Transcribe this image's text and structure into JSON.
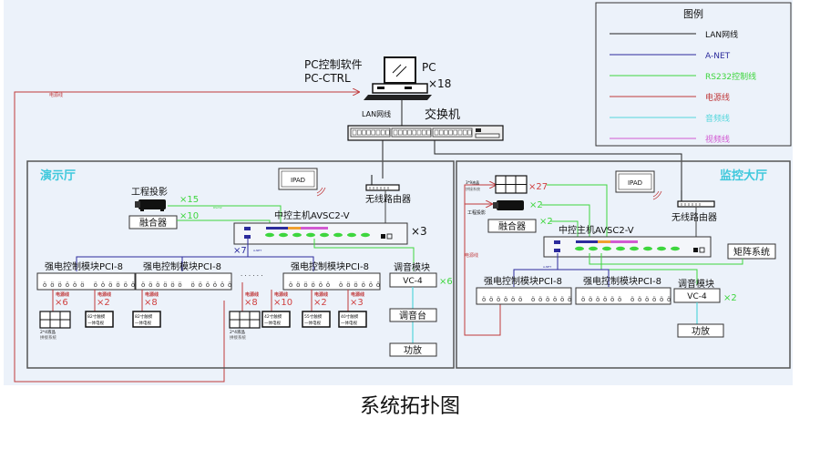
{
  "caption": "系统拓扑图",
  "colors": {
    "background": "#ecf2fa",
    "lan": "#222222",
    "anet": "#2b2b9c",
    "rs232": "#3ed63e",
    "power": "#c0393b",
    "audio": "#55d6dc",
    "video": "#d25ad2",
    "hall_title": "#3fc8dc",
    "count_green": "#3ed63e",
    "count_red": "#d04040"
  },
  "legend": {
    "title": "图例",
    "items": [
      {
        "label": "LAN网线",
        "color": "#222222",
        "text_color": "#111111"
      },
      {
        "label": "A-NET",
        "color": "#2b2b9c",
        "text_color": "#2b2b9c"
      },
      {
        "label": "RS232控制线",
        "color": "#3ed63e",
        "text_color": "#3ed63e"
      },
      {
        "label": "电源线",
        "color": "#c0393b",
        "text_color": "#c0393b"
      },
      {
        "label": "音频线",
        "color": "#55d6dc",
        "text_color": "#55d6dc"
      },
      {
        "label": "视频线",
        "color": "#d25ad2",
        "text_color": "#d25ad2"
      }
    ]
  },
  "top": {
    "pc_software": "PC控制软件",
    "pc_ctrl": "PC-CTRL",
    "pc_label": "PC",
    "pc_count": "×18",
    "lan_label": "LAN网线",
    "switch_label": "交换机",
    "power_label": "电源线"
  },
  "hall_left": {
    "title": "演示厅",
    "ipad": "IPAD",
    "router": "无线路由器",
    "projector": "工程投影",
    "projector_count": "×15",
    "fusion": "融合器",
    "fusion_count": "×10",
    "host": "中控主机AVSC2-V",
    "host_count": "×3",
    "anet_count": "×7",
    "anet_tag": "A-NET",
    "rs232_tag": "RS232",
    "modules": [
      {
        "label": "强电控制模块PCI-8"
      },
      {
        "label": "强电控制模块PCI-8"
      },
      {
        "label": "强电控制模块PCI-8"
      }
    ],
    "dots": "· · · · · ·",
    "loads": [
      {
        "power": "电源线",
        "count": "×6",
        "device": "2*4液晶",
        "device2": "拼接系统",
        "type": "wall"
      },
      {
        "power": "电源线",
        "count": "×2",
        "device": "82寸触摸",
        "device2": "一体电视",
        "type": "tv"
      },
      {
        "power": "电源线",
        "count": "×8",
        "device": "82寸触摸",
        "device2": "一体电视",
        "type": "tv"
      },
      {
        "power": "电源线",
        "count": "×8",
        "device": "2*4液晶",
        "device2": "拼接系统",
        "type": "wall"
      },
      {
        "power": "电源线",
        "count": "×10",
        "device": "42寸触摸",
        "device2": "一体电视",
        "type": "tv"
      },
      {
        "power": "电源线",
        "count": "×2",
        "device": "55寸触摸",
        "device2": "一体电视",
        "type": "tv"
      },
      {
        "power": "电源线",
        "count": "×3",
        "device": "40寸触摸",
        "device2": "一体电视",
        "type": "tv"
      }
    ],
    "audio_module": "调音模块",
    "vc4": "VC-4",
    "vc4_count": "×6",
    "mixer": "调音台",
    "amp": "功放"
  },
  "hall_right": {
    "title": "监控大厅",
    "ipad": "IPAD",
    "router": "无线路由器",
    "wall": "3*9液晶",
    "wall2": "拼接系统",
    "wall_count": "×27",
    "projector": "工程投影",
    "projector_count": "×2",
    "fusion": "融合器",
    "fusion_count": "×2",
    "host": "中控主机AVSC2-V",
    "matrix": "矩阵系统",
    "power_label": "电源线",
    "anet_tag": "A-NET",
    "rs232_tag": "RS232",
    "modules": [
      {
        "label": "强电控制模块PCI-8"
      },
      {
        "label": "强电控制模块PCI-8"
      }
    ],
    "audio_module": "调音模块",
    "vc4": "VC-4",
    "vc4_count": "×2",
    "amp": "功放"
  }
}
